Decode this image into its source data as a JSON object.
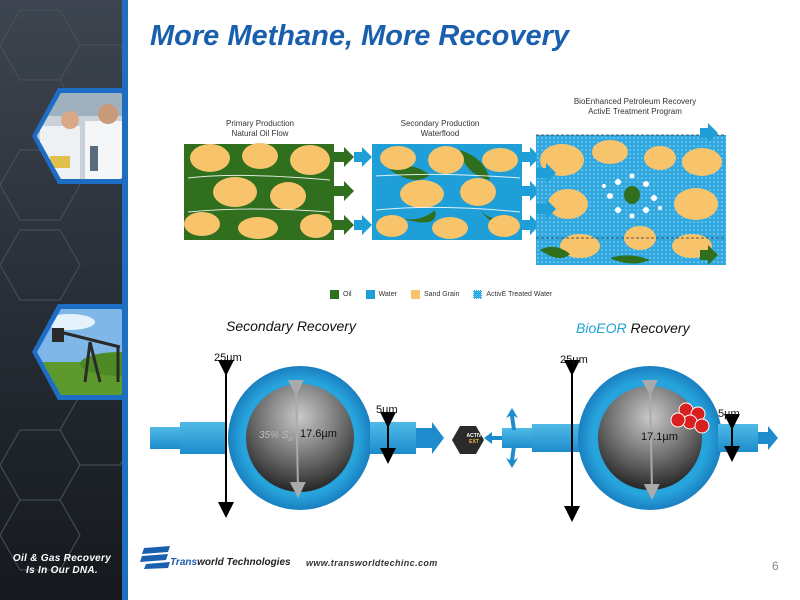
{
  "title": "More Methane, More Recovery",
  "panels": {
    "primary": {
      "line1": "Primary Production",
      "line2": "Natural Oil Flow"
    },
    "secondary": {
      "line1": "Secondary Production",
      "line2": "Waterflood"
    },
    "bioenhanced": {
      "line1": "BioEnhanced Petroleum Recovery",
      "line2": "ActivE Treatment Program"
    }
  },
  "legend": {
    "items": [
      {
        "label": "Oil",
        "color": "#2f6f1e"
      },
      {
        "label": "Water",
        "color": "#1f9fd8"
      },
      {
        "label": "Sand Grain",
        "color": "#f7c36b"
      },
      {
        "label": "ActivE Treated Water",
        "color": "#2fb0e6"
      }
    ]
  },
  "secondary_recovery": {
    "label": "Secondary Recovery",
    "pore_size": "25µm",
    "throat_size": "5µm",
    "grain_size": "17.6µm",
    "saturation_label": "35% S",
    "saturation_sub": "o"
  },
  "bioeor_recovery": {
    "label_accent": "BioEOR",
    "label_rest": " Recovery",
    "pore_size": "25µm",
    "throat_size": "5µm",
    "grain_size": "17.1µm"
  },
  "badge": {
    "line1": "ACTIV",
    "line2": "EXT"
  },
  "sidebar": {
    "tagline_line1": "Oil & Gas Recovery",
    "tagline_line2": "Is In Our DNA."
  },
  "footer": {
    "logo_word1": "Trans",
    "logo_word2": "world Technologies",
    "url": "www.transworldtechinc.com",
    "page_number": "6"
  }
}
